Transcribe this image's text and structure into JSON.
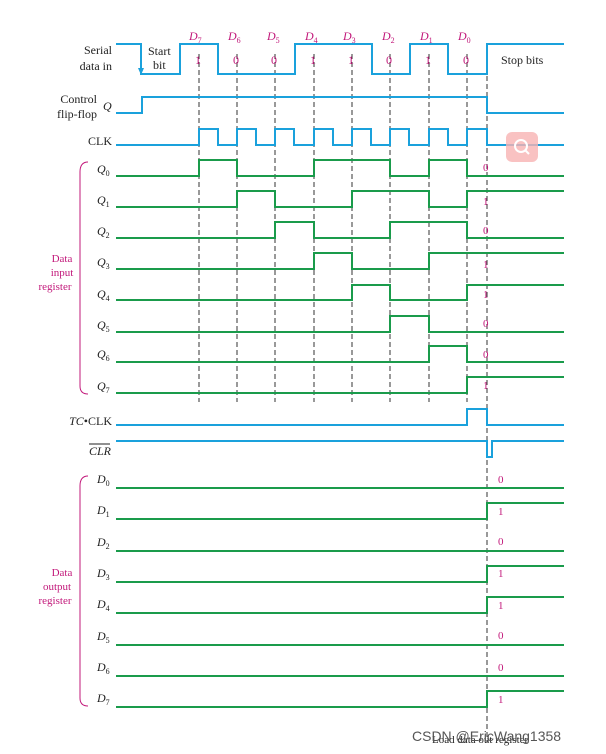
{
  "top_labels": [
    {
      "base": "D",
      "sub": "7"
    },
    {
      "base": "D",
      "sub": "6"
    },
    {
      "base": "D",
      "sub": "5"
    },
    {
      "base": "D",
      "sub": "4"
    },
    {
      "base": "D",
      "sub": "3"
    },
    {
      "base": "D",
      "sub": "2"
    },
    {
      "base": "D",
      "sub": "1"
    },
    {
      "base": "D",
      "sub": "0"
    }
  ],
  "serial_bits": [
    "1",
    "0",
    "0",
    "1",
    "1",
    "0",
    "1",
    "0"
  ],
  "serial": {
    "line1": "Serial",
    "line2": "data in",
    "start1": "Start",
    "start2": "bit",
    "stop": "Stop bits"
  },
  "control": {
    "line1": "Control",
    "line2": "flip-flop",
    "q": "Q"
  },
  "clk": "CLK",
  "data_input": {
    "group": [
      "Data",
      "input",
      "register"
    ],
    "labels": [
      {
        "base": "Q",
        "sub": "0"
      },
      {
        "base": "Q",
        "sub": "1"
      },
      {
        "base": "Q",
        "sub": "2"
      },
      {
        "base": "Q",
        "sub": "3"
      },
      {
        "base": "Q",
        "sub": "4"
      },
      {
        "base": "Q",
        "sub": "5"
      },
      {
        "base": "Q",
        "sub": "6"
      },
      {
        "base": "Q",
        "sub": "7"
      }
    ],
    "final_values": [
      "0",
      "1",
      "0",
      "1",
      "1",
      "0",
      "0",
      "1"
    ]
  },
  "tc_clk": {
    "tc": "TC",
    "dot": "•",
    "clk": "CLK"
  },
  "clr": "CLR",
  "data_output": {
    "group": [
      "Data",
      "output",
      "register"
    ],
    "labels": [
      {
        "base": "D",
        "sub": "0"
      },
      {
        "base": "D",
        "sub": "1"
      },
      {
        "base": "D",
        "sub": "2"
      },
      {
        "base": "D",
        "sub": "3"
      },
      {
        "base": "D",
        "sub": "4"
      },
      {
        "base": "D",
        "sub": "5"
      },
      {
        "base": "D",
        "sub": "6"
      },
      {
        "base": "D",
        "sub": "7"
      }
    ],
    "values": [
      "0",
      "1",
      "0",
      "1",
      "1",
      "0",
      "0",
      "1"
    ]
  },
  "footer": "Load data out register",
  "watermark": "CSDN @EricWang1358",
  "colors": {
    "blue": "#1aa1dc",
    "green": "#1a9b4b",
    "magenta": "#c2187a",
    "dash": "#333333"
  }
}
